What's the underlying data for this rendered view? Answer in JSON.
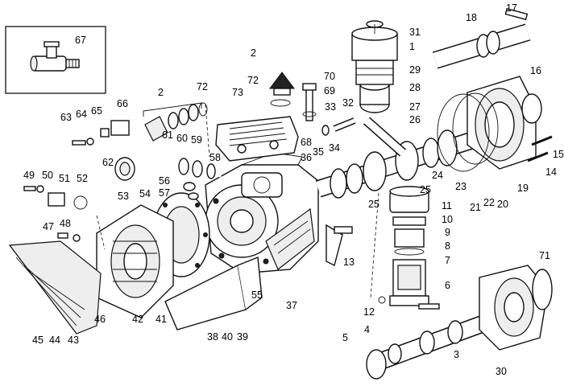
{
  "callouts": {
    "n1": "1",
    "n2": "2",
    "n2b": "2",
    "n3": "3",
    "n4": "4",
    "n5": "5",
    "n6": "6",
    "n7": "7",
    "n8": "8",
    "n9": "9",
    "n10": "10",
    "n11": "11",
    "n12": "12",
    "n13": "13",
    "n14": "14",
    "n15": "15",
    "n16": "16",
    "n17": "17",
    "n18": "18",
    "n19": "19",
    "n20": "20",
    "n21": "21",
    "n22": "22",
    "n23": "23",
    "n24": "24",
    "n25": "25",
    "n25b": "25",
    "n26": "26",
    "n27": "27",
    "n28": "28",
    "n29": "29",
    "n30": "30",
    "n31": "31",
    "n32": "32",
    "n33": "33",
    "n34": "34",
    "n35": "35",
    "n36": "36",
    "n37": "37",
    "n38": "38",
    "n39": "39",
    "n40": "40",
    "n41": "41",
    "n42": "42",
    "n43": "43",
    "n44": "44",
    "n45": "45",
    "n46": "46",
    "n47": "47",
    "n48": "48",
    "n49": "49",
    "n50": "50",
    "n51": "51",
    "n52": "52",
    "n53": "53",
    "n54": "54",
    "n55": "55",
    "n56": "56",
    "n57": "57",
    "n58": "58",
    "n59": "59",
    "n60": "60",
    "n61": "61",
    "n62": "62",
    "n63": "63",
    "n64": "64",
    "n65": "65",
    "n66": "66",
    "n67": "67",
    "n68": "68",
    "n69": "69",
    "n70": "70",
    "n71": "71",
    "n72": "72",
    "n72b": "72",
    "n73": "73"
  }
}
